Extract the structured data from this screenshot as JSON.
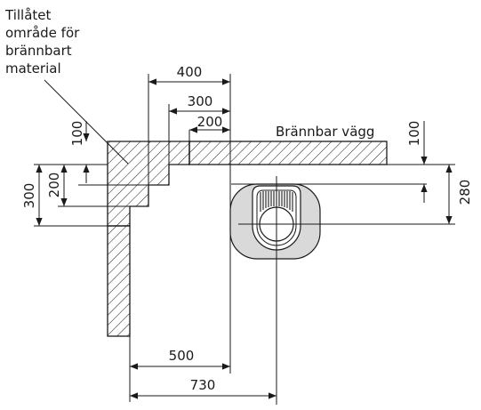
{
  "labels": {
    "permitted_area": [
      "Tillåtet",
      "område för",
      "brännbart",
      "material"
    ],
    "wall": "Brännbar vägg"
  },
  "dimensions": {
    "d400": "400",
    "d300_top": "300",
    "d200_top": "200",
    "d100_left": "100",
    "d200_left": "200",
    "d300_left": "300",
    "d100_right": "100",
    "d280": "280",
    "d500": "500",
    "d730": "730"
  },
  "colors": {
    "line": "#1a1a1a",
    "stove_fill": "#d9d9d9",
    "background": "#ffffff"
  }
}
